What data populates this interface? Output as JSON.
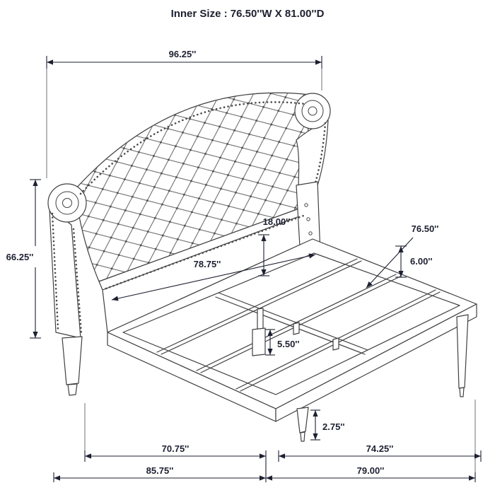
{
  "title": "Inner Size : 76.50''W X 81.00''D",
  "colors": {
    "ink": "#1d2030",
    "title": "#232a60",
    "linework": "#404040",
    "background": "#ffffff"
  },
  "dimensions": {
    "overall_width": "96.25''",
    "headboard_height": "66.25''",
    "headboard_panel_gap": "18.00''",
    "headboard_inner_width": "78.75''",
    "slat_width": "76.50''",
    "rail_height": "6.00''",
    "center_support_height": "5.50''",
    "foot_leg_height": "2.75''",
    "frame_inner_length": "70.75''",
    "frame_right_length": "74.25''",
    "overall_depth_left": "85.75''",
    "overall_depth_right": "79.00''"
  }
}
